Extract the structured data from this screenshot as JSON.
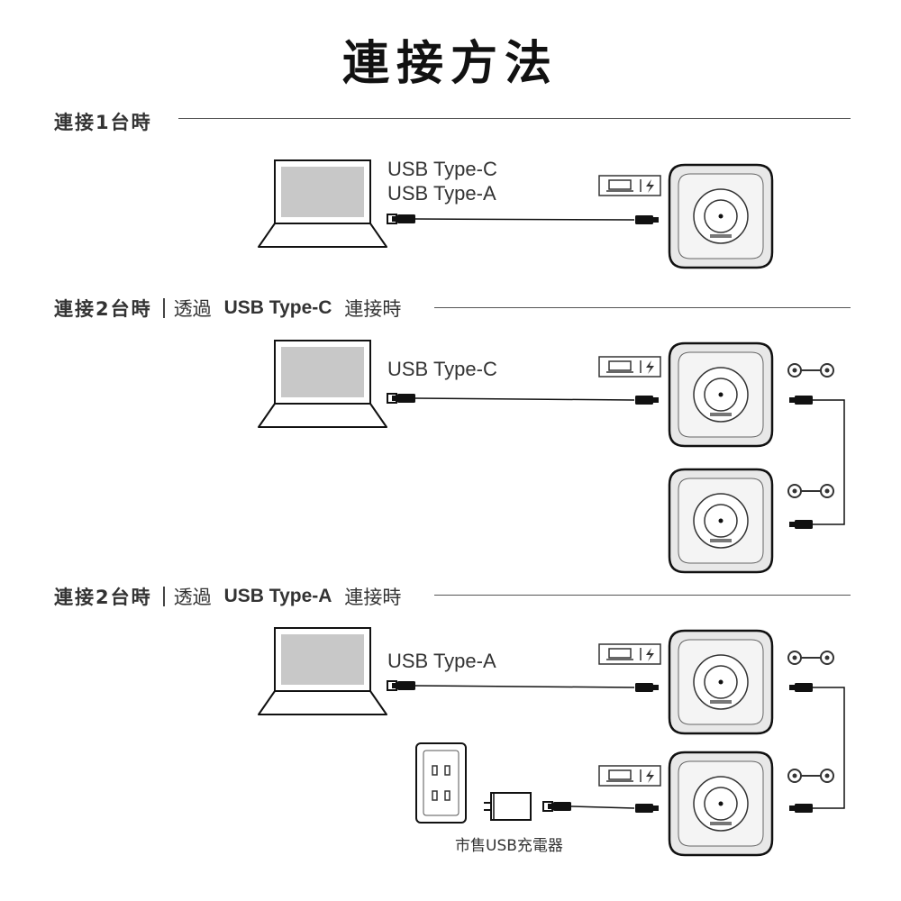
{
  "title": "連接方法",
  "sections": [
    {
      "heading": "連接1台時"
    },
    {
      "heading": "連接2台時",
      "via": "透過",
      "type": "USB Type-C",
      "suffix": "連接時"
    },
    {
      "heading": "連接2台時",
      "via": "透過",
      "type": "USB Type-A",
      "suffix": "連接時"
    }
  ],
  "labels": {
    "usb_c": "USB Type-C",
    "usb_a": "USB Type-A"
  },
  "charger_caption": "市售USB充電器",
  "icons": {
    "laptop": "laptop-icon",
    "speakerphone": "speakerphone-icon",
    "power_port": "laptop-charge-port-icon",
    "link": "daisy-chain-link-icon",
    "outlet": "wall-outlet-icon",
    "adapter": "usb-charger-icon"
  },
  "colors": {
    "line": "#111111",
    "device_body": "#e8e8e8",
    "laptop_screen": "#c8c8c8"
  }
}
